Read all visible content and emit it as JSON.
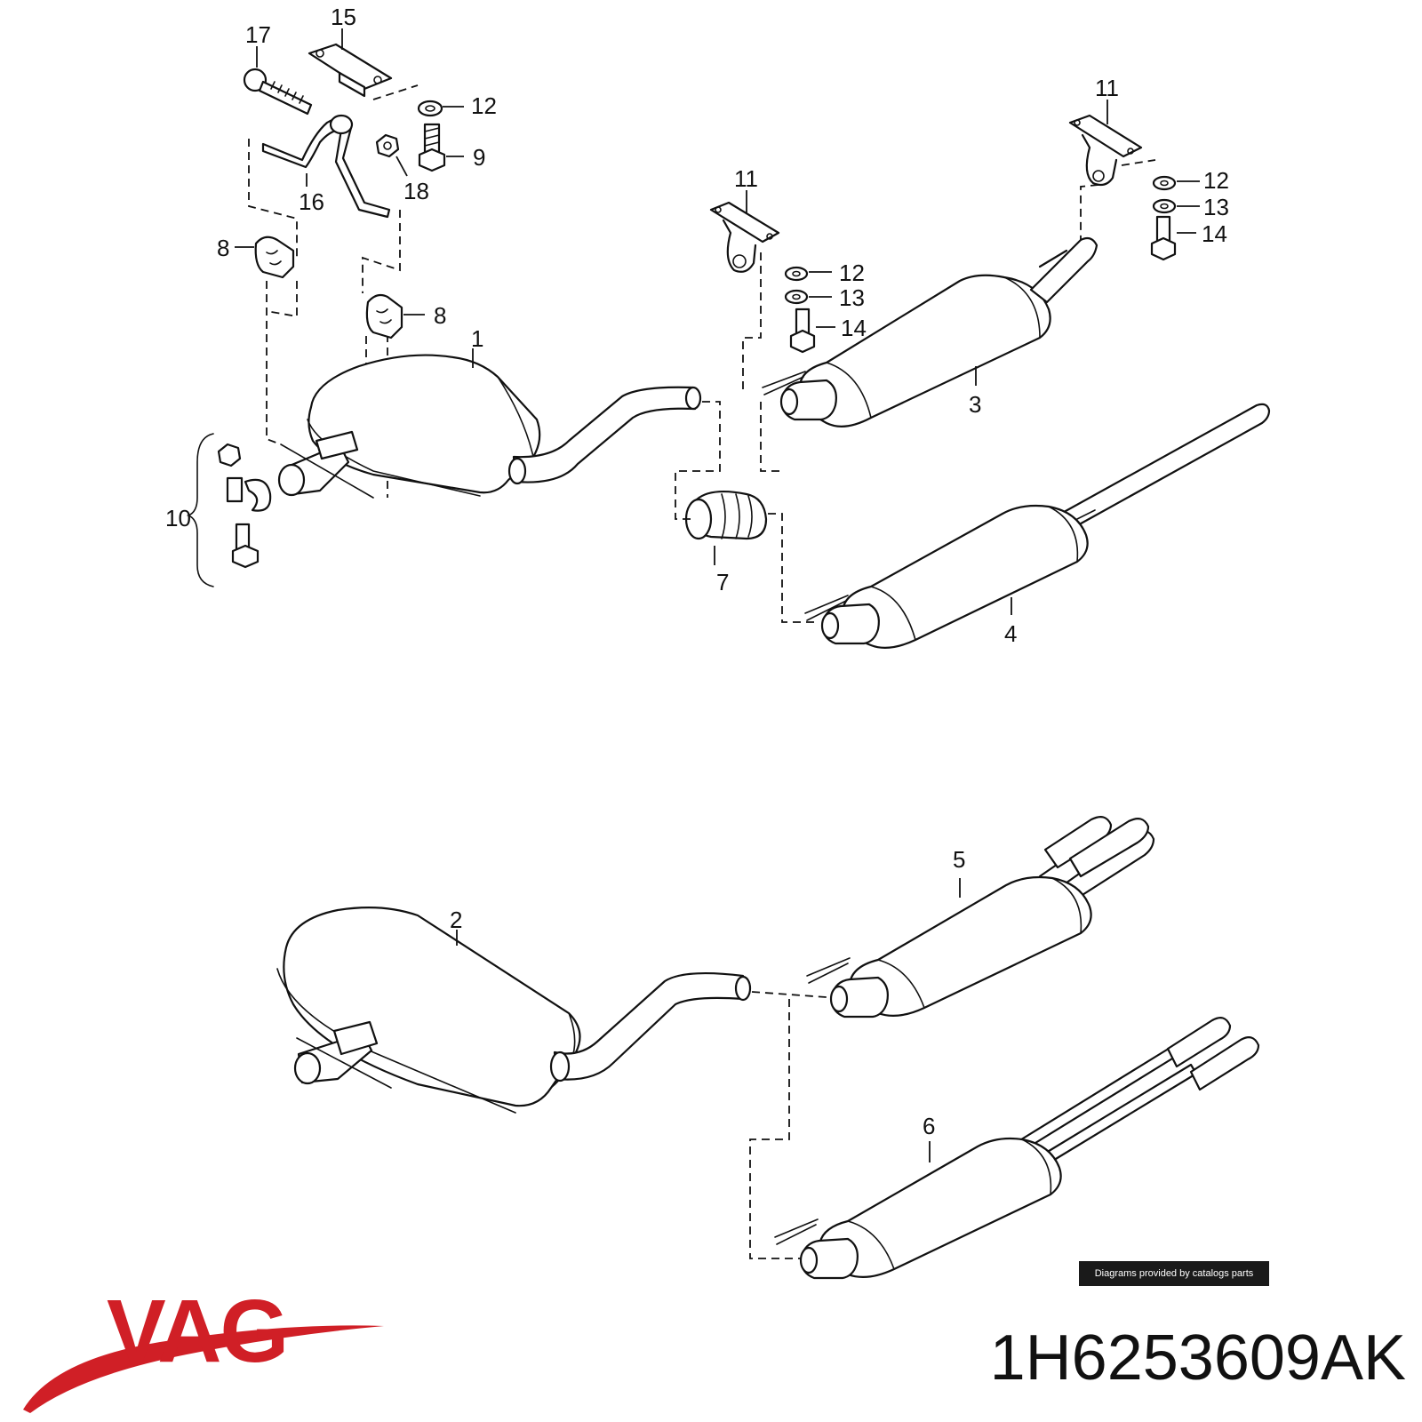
{
  "diagram": {
    "callouts": {
      "c1": "1",
      "c2": "2",
      "c3": "3",
      "c4": "4",
      "c5": "5",
      "c6": "6",
      "c7": "7",
      "c8a": "8",
      "c8b": "8",
      "c9": "9",
      "c10": "10",
      "c11a": "11",
      "c11b": "11",
      "c12a": "12",
      "c12b": "12",
      "c12c": "12",
      "c13a": "13",
      "c13b": "13",
      "c14a": "14",
      "c14b": "14",
      "c15": "15",
      "c16": "16",
      "c17": "17",
      "c18": "18"
    },
    "credit": "Diagrams provided by catalogs parts"
  },
  "brand": {
    "logo_text": "VAG",
    "color": "#d01f26"
  },
  "part_number": "1H6253609AK"
}
